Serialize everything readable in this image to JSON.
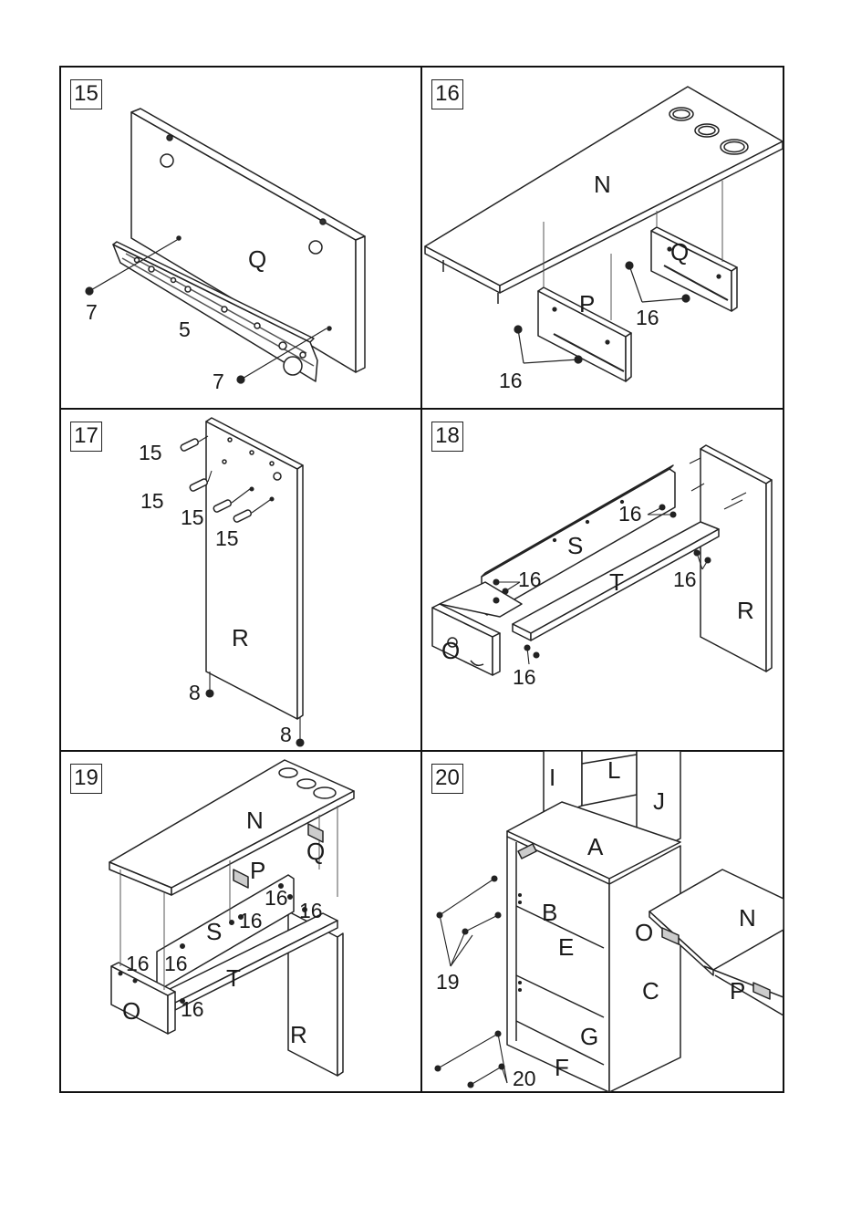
{
  "steps": [
    {
      "number": "15",
      "labels": {
        "panel": "Q",
        "rail": "5",
        "screw_a": "7",
        "screw_b": "7"
      }
    },
    {
      "number": "16",
      "labels": {
        "top": "N",
        "panel_p": "P",
        "panel_q": "Q",
        "screws_p": "16",
        "screws_q": "16"
      }
    },
    {
      "number": "17",
      "labels": {
        "panel": "R",
        "dowel_1": "15",
        "dowel_2": "15",
        "dowel_3": "15",
        "dowel_4": "15",
        "foot_1": "8",
        "foot_2": "8"
      }
    },
    {
      "number": "18",
      "labels": {
        "back": "S",
        "shelf": "T",
        "side_r": "R",
        "side_o": "O",
        "cam_1": "16",
        "cam_2": "16",
        "cam_3": "16",
        "cam_4": "16"
      }
    },
    {
      "number": "19",
      "labels": {
        "top": "N",
        "panel_p": "P",
        "panel_q": "Q",
        "back": "S",
        "shelf": "T",
        "side_o": "O",
        "side_r": "R",
        "cam_1": "16",
        "cam_2": "16",
        "cam_3": "16",
        "cam_4": "16",
        "cam_5": "16",
        "cam_6": "16"
      }
    },
    {
      "number": "20",
      "labels": {
        "part_i": "I",
        "part_l": "L",
        "part_j": "J",
        "part_a": "A",
        "part_b": "B",
        "part_e": "E",
        "part_c": "C",
        "part_g": "G",
        "part_f": "F",
        "part_o": "O",
        "part_n": "N",
        "part_p": "P",
        "screws_19": "19",
        "screws_20": "20"
      }
    }
  ]
}
